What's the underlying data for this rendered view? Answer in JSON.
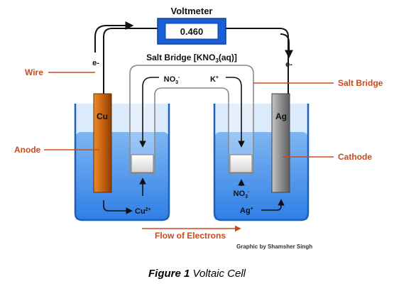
{
  "voltmeter": {
    "title": "Voltmeter",
    "reading": "0.460"
  },
  "salt_bridge": {
    "title_pre": "Salt Bridge [KNO",
    "title_sub": "3",
    "title_post": "(aq)]"
  },
  "electrons": {
    "left": "e-",
    "right": "e-"
  },
  "labels": {
    "wire": "Wire",
    "anode": "Anode",
    "salt_bridge": "Salt Bridge",
    "cathode": "Cathode",
    "flow": "Flow of Electrons",
    "credit": "Graphic by Shamsher Singh"
  },
  "electrodes": {
    "left": "Cu",
    "right": "Ag"
  },
  "ions": {
    "no3_base": "NO",
    "no3_sub": "3",
    "no3_sup": "-",
    "k_base": "K",
    "k_sup": "+",
    "cu_base": "Cu",
    "cu_sup": "2+",
    "ag_base": "Ag",
    "ag_sup": "+"
  },
  "caption": {
    "figure": "Figure 1",
    "text": " Voltaic Cell"
  },
  "colors": {
    "accent": "#cc4a1a",
    "voltmeter": "#1a5fd6",
    "water_light": "#9ec8f5",
    "water_dark": "#3d8fef",
    "copper": "#d0701a",
    "silver": "#9a9a9a"
  }
}
